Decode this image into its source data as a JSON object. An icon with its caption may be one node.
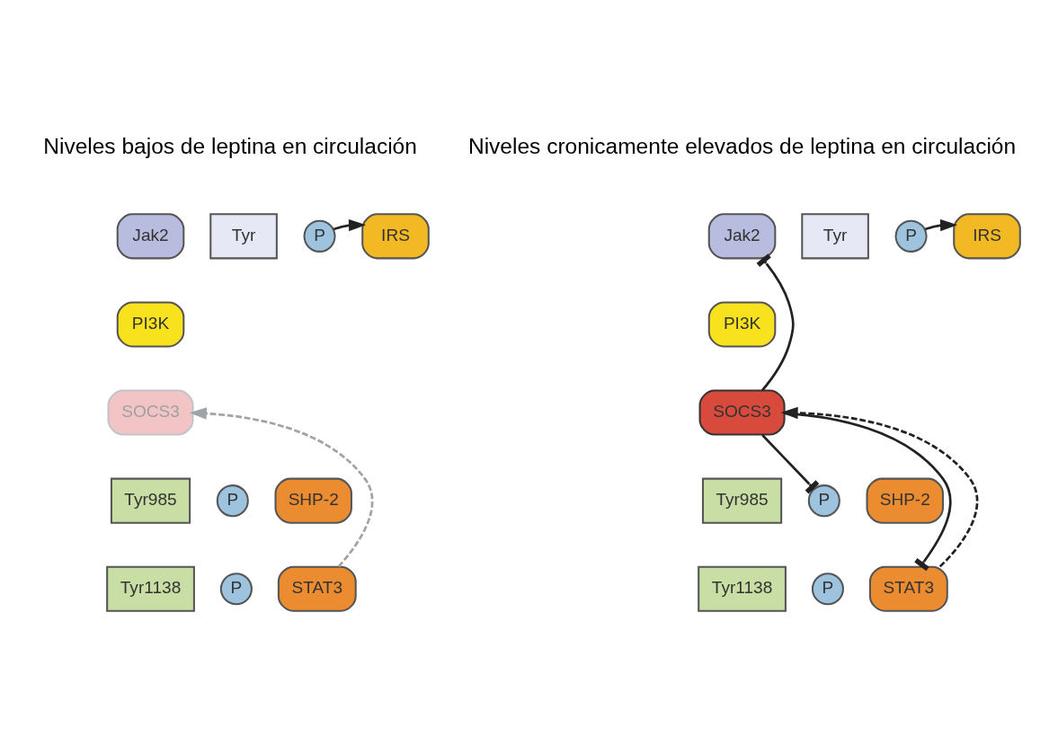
{
  "diagram": {
    "nodes": [
      {
        "text": [
          "Jak2"
        ]
      },
      {
        "text": [
          "Tyr"
        ]
      },
      {
        "text": [
          "P"
        ]
      },
      {
        "text": [
          "IRS"
        ]
      },
      {
        "text": [
          "PI3K"
        ]
      },
      {
        "text": [
          "SOCS3"
        ]
      },
      {
        "text": [
          "Tyr985"
        ]
      },
      {
        "text": [
          "P"
        ]
      },
      {
        "text": [
          "SHP-2"
        ]
      },
      {
        "text": [
          "Tyr1138"
        ]
      },
      {
        "text": [
          "P"
        ]
      },
      {
        "text": [
          "STAT3"
        ]
      },
      {
        "text": [
          "Jak2"
        ]
      },
      {
        "text": [
          "Tyr"
        ]
      },
      {
        "text": [
          "P"
        ]
      },
      {
        "text": [
          "IRS"
        ]
      },
      {
        "text": [
          "PI3K"
        ]
      },
      {
        "text": [
          "SOCS3"
        ]
      },
      {
        "text": [
          "Tyr985"
        ]
      },
      {
        "text": [
          "P"
        ]
      },
      {
        "text": [
          "SHP-2"
        ]
      },
      {
        "text": [
          "Tyr1138"
        ]
      },
      {
        "text": [
          "P"
        ]
      },
      {
        "text": [
          "STAT3"
        ]
      }
    ],
    "edges": [
      {
        "from": 2,
        "to": 3,
        "arrow": "to"
      },
      {
        "from": 11,
        "to": 5,
        "arrow": "to",
        "style": "dashed",
        "color": "#a0a4a8"
      },
      {
        "from": 14,
        "to": 15,
        "arrow": "to"
      },
      {
        "from": 17,
        "to": 12,
        "arrow": "other"
      },
      {
        "from": 17,
        "to": 19,
        "arrow": "other"
      },
      {
        "from": 17,
        "to": 23,
        "arrow": "other"
      },
      {
        "from": 23,
        "to": 17,
        "arrow": "to",
        "style": "dashed"
      }
    ],
    "labels": [
      "Niveles bajos de leptina en circulación",
      "Niveles cronicamente elevados de leptina en circulación"
    ]
  }
}
